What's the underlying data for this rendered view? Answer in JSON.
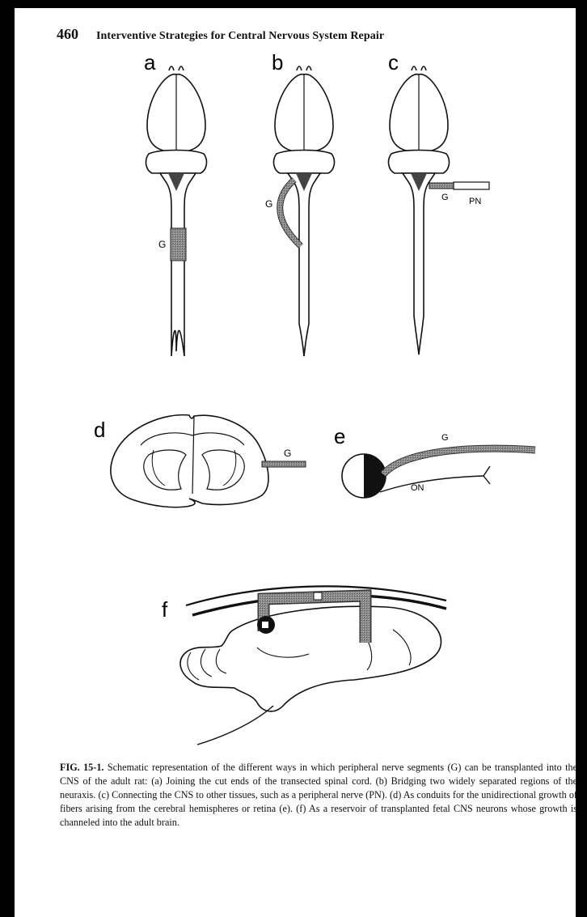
{
  "header": {
    "page_number": "460",
    "running_title": "Interventive Strategies for Central Nervous System Repair"
  },
  "figure": {
    "panels": {
      "a": {
        "label": "a",
        "graft": "G"
      },
      "b": {
        "label": "b",
        "graft": "G"
      },
      "c": {
        "label": "c",
        "graft": "G",
        "nerve": "PN"
      },
      "d": {
        "label": "d",
        "graft": "G"
      },
      "e": {
        "label": "e",
        "graft": "G",
        "optic": "ON"
      },
      "f": {
        "label": "f"
      }
    }
  },
  "caption": {
    "figure_label": "FIG. 15-1.",
    "text": "Schematic representation of the different ways in which peripheral nerve segments (G) can be transplanted into the CNS of the adult rat: (a) Joining the cut ends of the transected spinal cord. (b) Bridging two widely separated regions of the neuraxis. (c) Connecting the CNS to other tissues, such as a peripheral nerve (PN). (d) As conduits for the unidirectional growth of fibers arising from the cerebral hemispheres or retina (e). (f) As a reservoir of transplanted fetal CNS neurons whose growth is channeled into the adult brain."
  }
}
